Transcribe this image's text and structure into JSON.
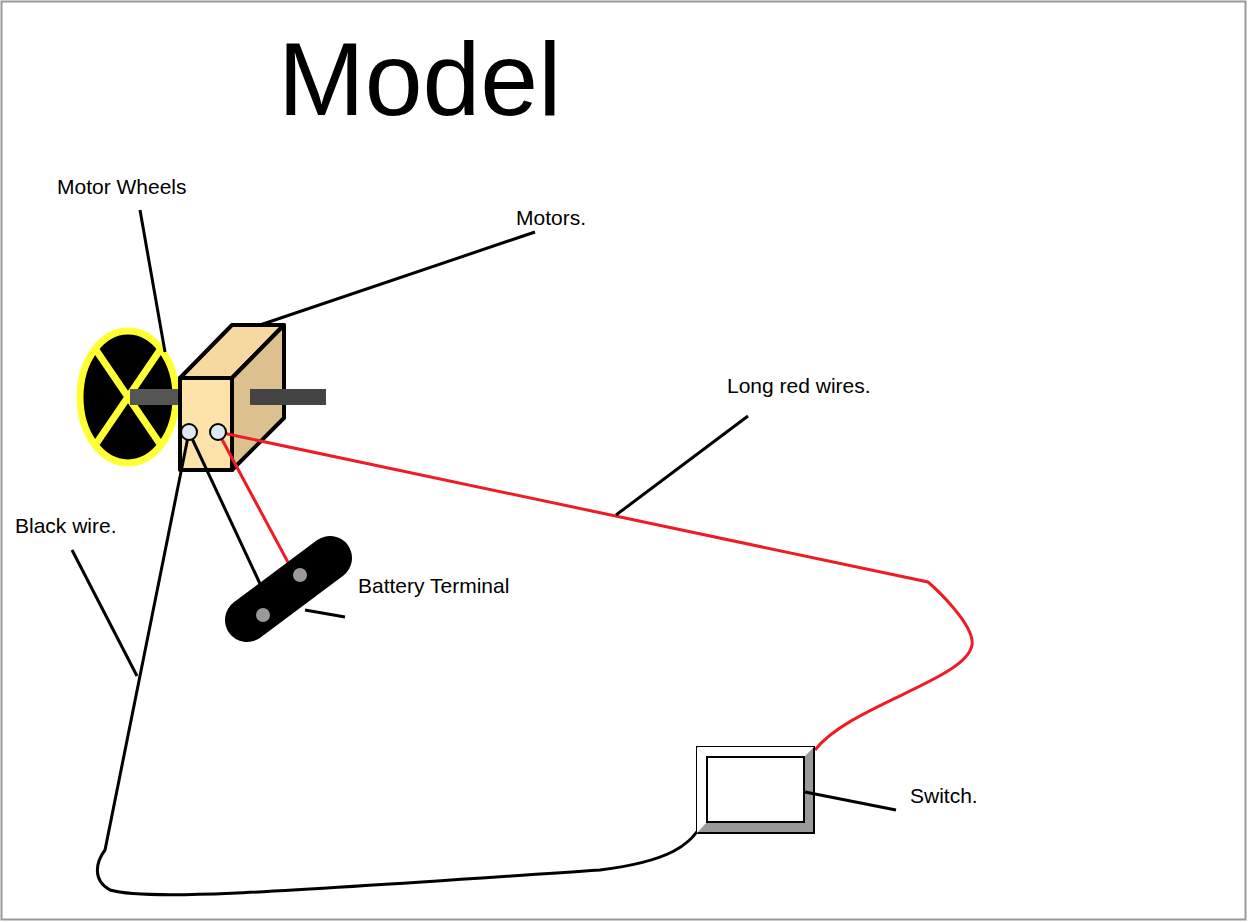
{
  "diagram": {
    "title": "Model",
    "labels": [
      "Motor Wheels",
      "Motors.",
      "Long red wires.",
      "Black wire.",
      "Battery Terminal",
      "Switch."
    ]
  }
}
